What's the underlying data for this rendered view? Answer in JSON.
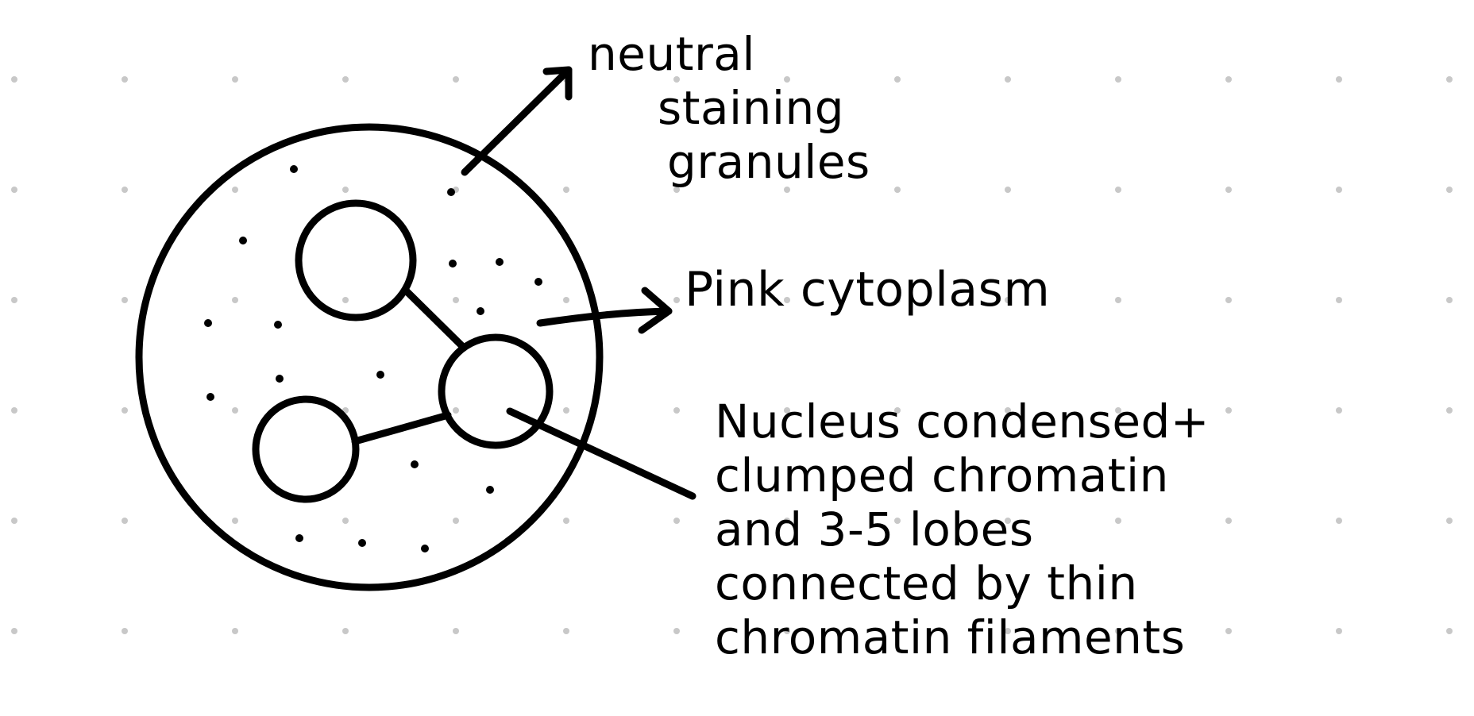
{
  "colors": {
    "ink": "#000000",
    "background": "#ffffff",
    "grid_dot": "#c8c8c8"
  },
  "labels": {
    "granules": [
      "neutral",
      "staining",
      "granules"
    ],
    "cytoplasm": "Pink cytoplasm",
    "nucleus": [
      "Nucleus condensed+",
      "clumped chromatin",
      "and 3-5 lobes",
      "connected by thin",
      "chromatin filaments"
    ]
  }
}
